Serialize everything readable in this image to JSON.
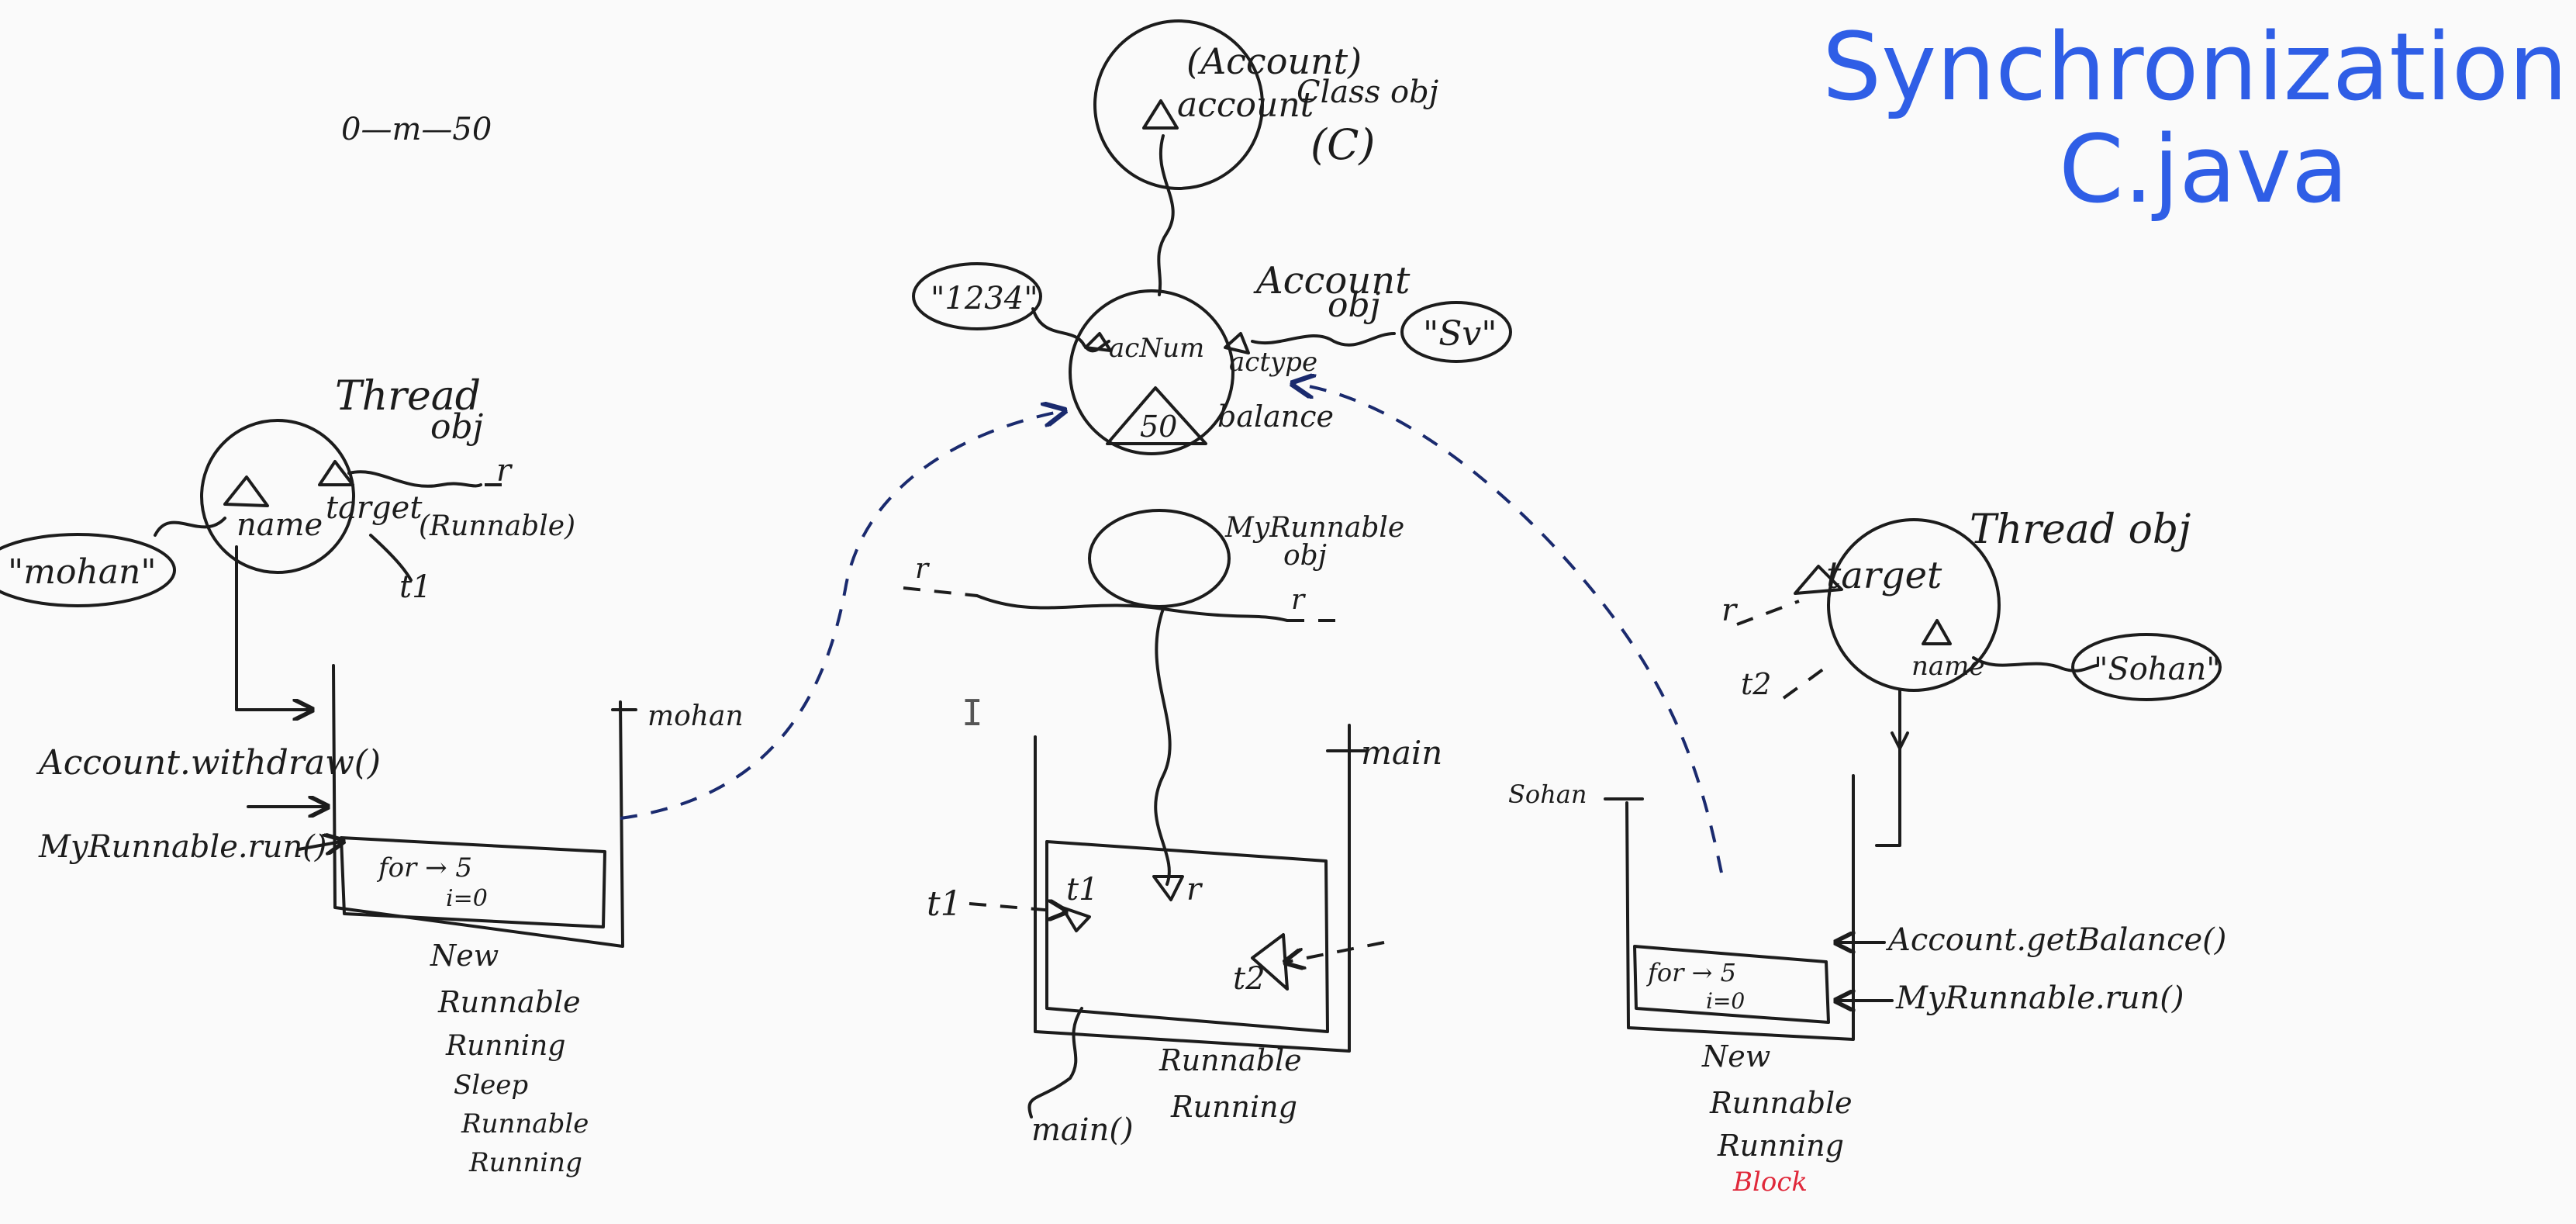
{
  "title": {
    "line1": "Synchronization",
    "line2": "C.java"
  },
  "colors": {
    "title": "#2f5ee6",
    "ink": "#1c1c1c",
    "blocked": "#e0283a",
    "arrow_blue": "#1a2a6e"
  },
  "note_top": "0—m—50",
  "class_obj": {
    "value": "(Account)",
    "field": "account",
    "label": "Class obj",
    "letter": "(C)"
  },
  "account_obj": {
    "label1": "Account",
    "label2": "obj",
    "acnum_value": "\"1234\"",
    "acnum_label": "acNum",
    "actype_label": "actype",
    "actype_value": "\"Sv\"",
    "balance_value": "50",
    "balance_label": "balance"
  },
  "thread1": {
    "label1": "Thread",
    "label2": "obj",
    "name_label": "name",
    "target_label": "target",
    "name_value": "\"mohan\"",
    "r": "r",
    "runnable": "(Runnable)",
    "t1": "t1",
    "stack_name": "mohan",
    "call1": "Account.withdraw()",
    "call2": "MyRunnable.run()",
    "for_text": "for → 5",
    "i_text": "i=0",
    "states": [
      "New",
      "Runnable",
      "Running",
      "Sleep",
      "Runnable",
      "Running"
    ]
  },
  "myrunnable": {
    "label1": "MyRunnable",
    "label2": "obj",
    "r_left": "r",
    "r_right": "r"
  },
  "main_stack": {
    "stack_name": "main",
    "t1_outside": "t1",
    "t1_inside": "t1",
    "r_inside": "r",
    "t2_inside": "t2",
    "call": "main()",
    "states": [
      "Runnable",
      "Running"
    ]
  },
  "thread2": {
    "label": "Thread obj",
    "target_label": "target",
    "name_label": "name",
    "name_value": "\"Sohan\"",
    "r": "r",
    "t2": "t2",
    "stack_name": "Sohan",
    "call1": "Account.getBalance()",
    "call2": "MyRunnable.run()",
    "for_text": "for → 5",
    "i_text": "i=0",
    "states": [
      "New",
      "Runnable",
      "Running"
    ],
    "blocked": "Block"
  },
  "cursor": "I"
}
